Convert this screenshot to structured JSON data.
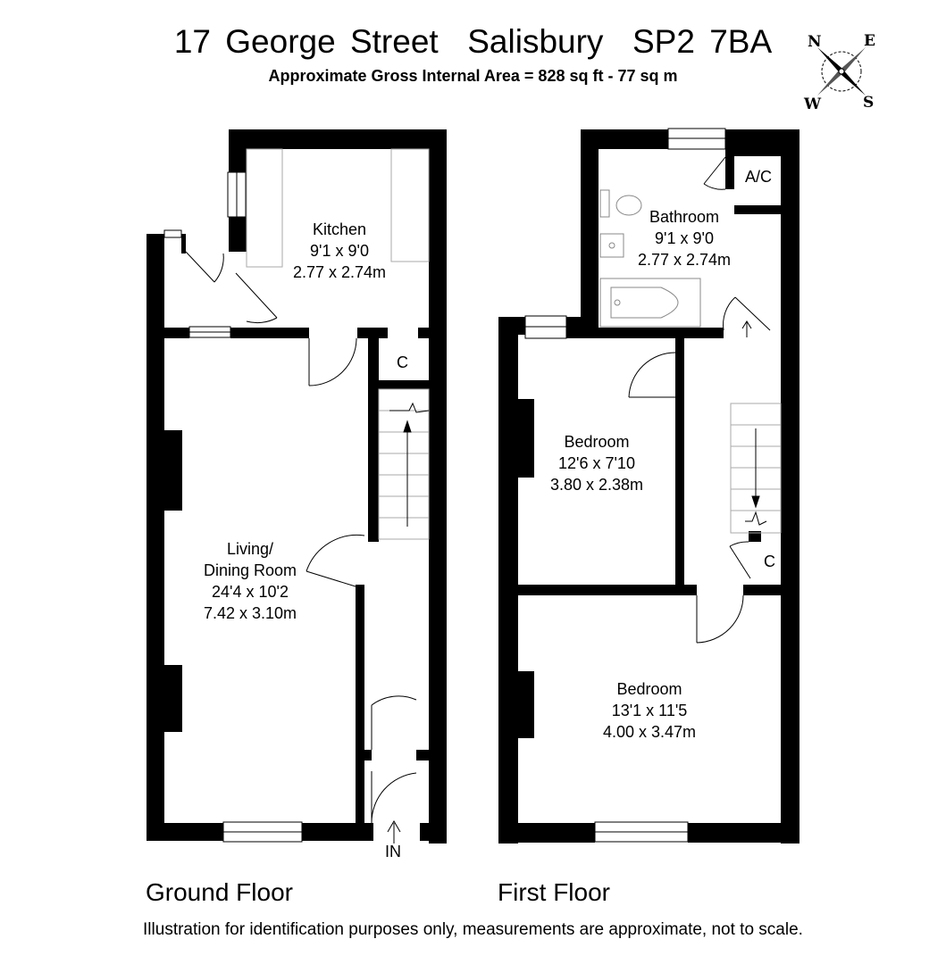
{
  "header": {
    "title": "17 George Street  Salisbury  SP2 7BA",
    "subtitle": "Approximate Gross Internal Area = 828 sq ft - 77 sq m"
  },
  "compass": {
    "n": "N",
    "e": "E",
    "w": "W",
    "s": "S"
  },
  "ground_floor": {
    "label": "Ground Floor",
    "kitchen": {
      "name": "Kitchen",
      "imperial": "9'1 x 9'0",
      "metric": "2.77 x 2.74m"
    },
    "living": {
      "name_line1": "Living/",
      "name_line2": "Dining Room",
      "imperial": "24'4 x 10'2",
      "metric": "7.42 x 3.10m"
    },
    "cupboard": "C",
    "entrance": "IN"
  },
  "first_floor": {
    "label": "First Floor",
    "bathroom": {
      "name": "Bathroom",
      "imperial": "9'1 x 9'0",
      "metric": "2.77 x 2.74m"
    },
    "airing_cupboard": "A/C",
    "bedroom1": {
      "name": "Bedroom",
      "imperial": "12'6 x 7'10",
      "metric": "3.80 x 2.38m"
    },
    "bedroom2": {
      "name": "Bedroom",
      "imperial": "13'1 x 11'5",
      "metric": "4.00 x 3.47m"
    },
    "cupboard": "C"
  },
  "footer": {
    "disclaimer": "Illustration for identification purposes only, measurements are approximate, not to scale."
  }
}
